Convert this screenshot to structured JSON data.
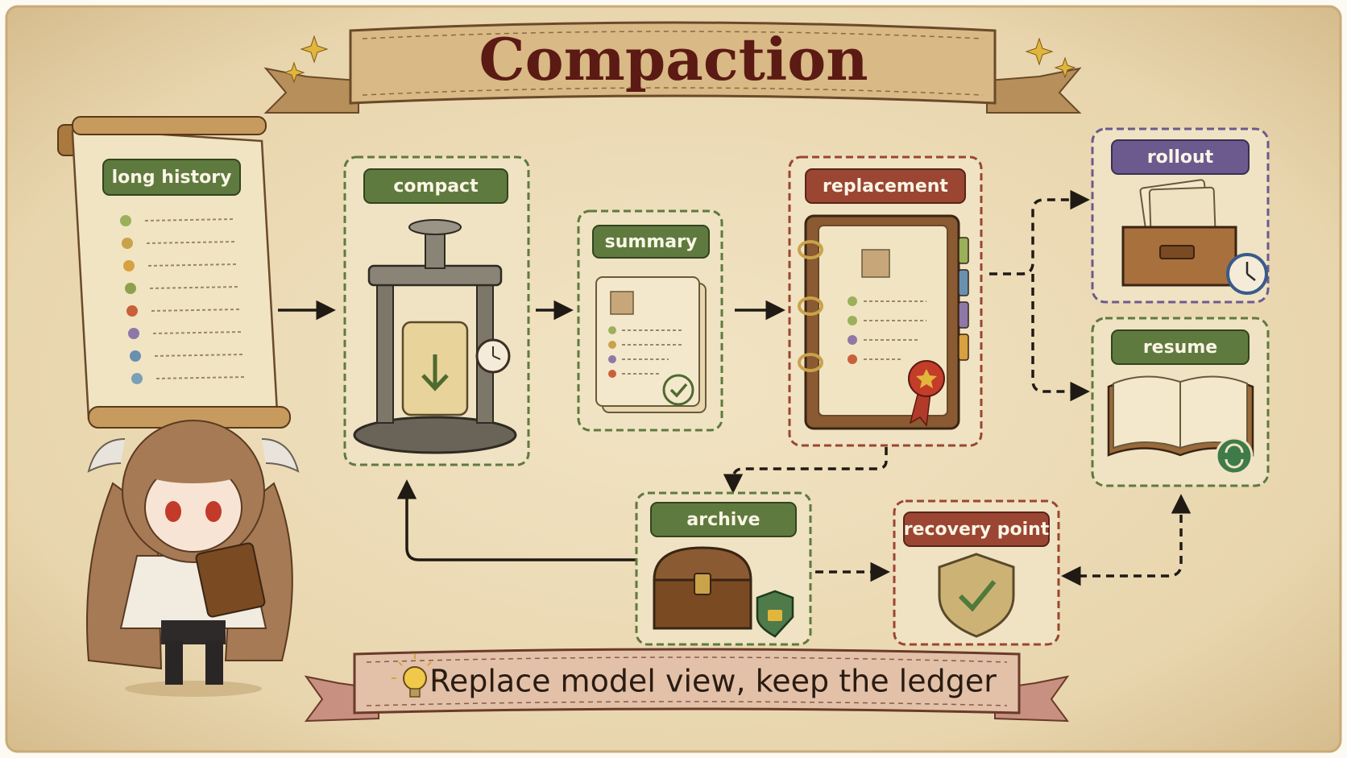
{
  "title": "Compaction",
  "caption": "Replace model view, keep the ledger",
  "nodes": {
    "long_history": "long history",
    "compact": "compact",
    "summary": "summary",
    "replacement": "replacement",
    "rollout": "rollout",
    "resume": "resume",
    "archive": "archive",
    "recovery_point": "recovery point"
  },
  "colors": {
    "parchment": "#ead9b6",
    "green_label": "#5f7a3e",
    "red_label": "#9a4632",
    "purple_label": "#6c5a8e",
    "title_text": "#5b1a14"
  },
  "icons": {
    "long_history": "scroll-icon",
    "compact": "press-icon",
    "summary": "document-icon",
    "replacement": "binder-icon",
    "rollout": "file-box-icon",
    "resume": "open-book-icon",
    "archive": "chest-icon",
    "recovery_point": "shield-check-icon",
    "caption": "lightbulb-icon",
    "character": "character-icon"
  }
}
